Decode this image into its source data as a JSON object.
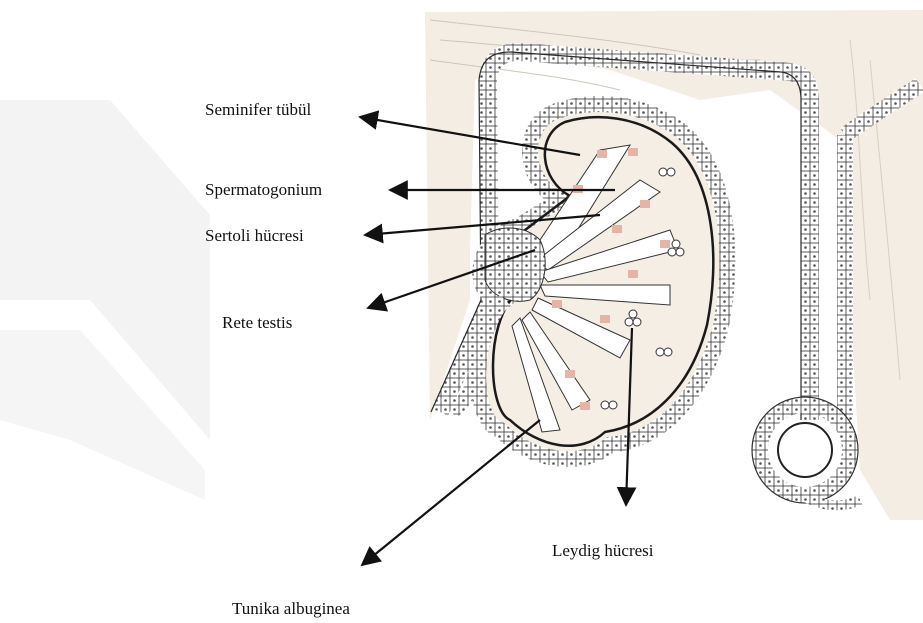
{
  "labels": {
    "seminifer_tubul": "Seminifer tübül",
    "spermatogonium": "Spermatogonium",
    "sertoli": "Sertoli hücresi",
    "rete_testis": "Rete testis",
    "leydig": "Leydig hücresi",
    "tunika": "Tunika albuginea"
  },
  "colors": {
    "outline": "#2a2a2a",
    "stroma": "#efe8dc",
    "spermatogonia": "#e6b3a6",
    "watermark": "#f2f2f2"
  }
}
